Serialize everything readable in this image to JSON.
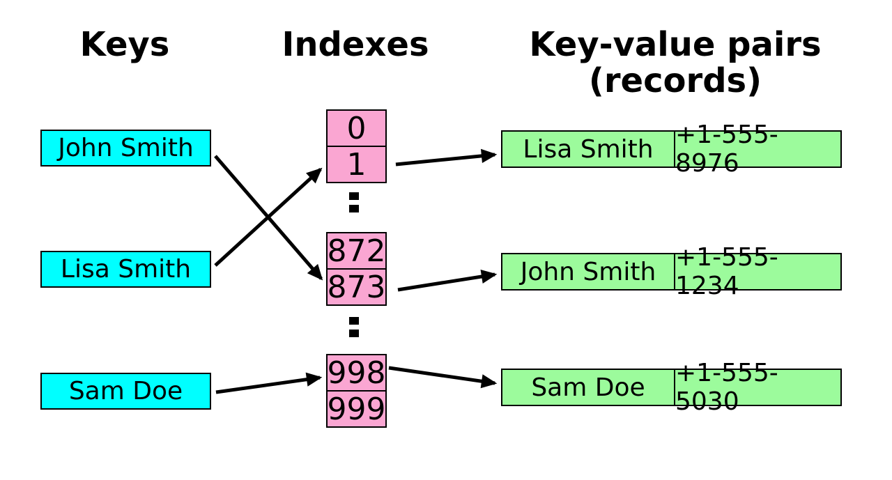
{
  "headings": {
    "keys": "Keys",
    "indexes": "Indexes",
    "records_line1": "Key-value pairs",
    "records_line2": "(records)"
  },
  "keys": [
    {
      "label": "John Smith"
    },
    {
      "label": "Lisa Smith"
    },
    {
      "label": "Sam Doe"
    }
  ],
  "index_groups": [
    {
      "cells": [
        "0",
        "1"
      ]
    },
    {
      "cells": [
        "872",
        "873"
      ]
    },
    {
      "cells": [
        "998",
        "999"
      ]
    }
  ],
  "ellipsis": {
    "symbol": "vertical-dots",
    "count": 2
  },
  "records": [
    {
      "name": "Lisa Smith",
      "phone": "+1-555-8976"
    },
    {
      "name": "John Smith",
      "phone": "+1-555-1234"
    },
    {
      "name": "Sam Doe",
      "phone": "+1-555-5030"
    }
  ],
  "arrows": [
    {
      "from": "John Smith key",
      "to": "index 873"
    },
    {
      "from": "Lisa Smith key",
      "to": "index 1"
    },
    {
      "from": "Sam Doe key",
      "to": "index 998"
    },
    {
      "from": "index 1",
      "to": "Lisa Smith record"
    },
    {
      "from": "index 873",
      "to": "John Smith record"
    },
    {
      "from": "index 998",
      "to": "Sam Doe record"
    }
  ],
  "colors": {
    "key_box": "#00ffff",
    "index_box": "#faa6d2",
    "record_box": "#9cfb9c",
    "line": "#000000",
    "background": "#ffffff",
    "text": "#000000"
  }
}
